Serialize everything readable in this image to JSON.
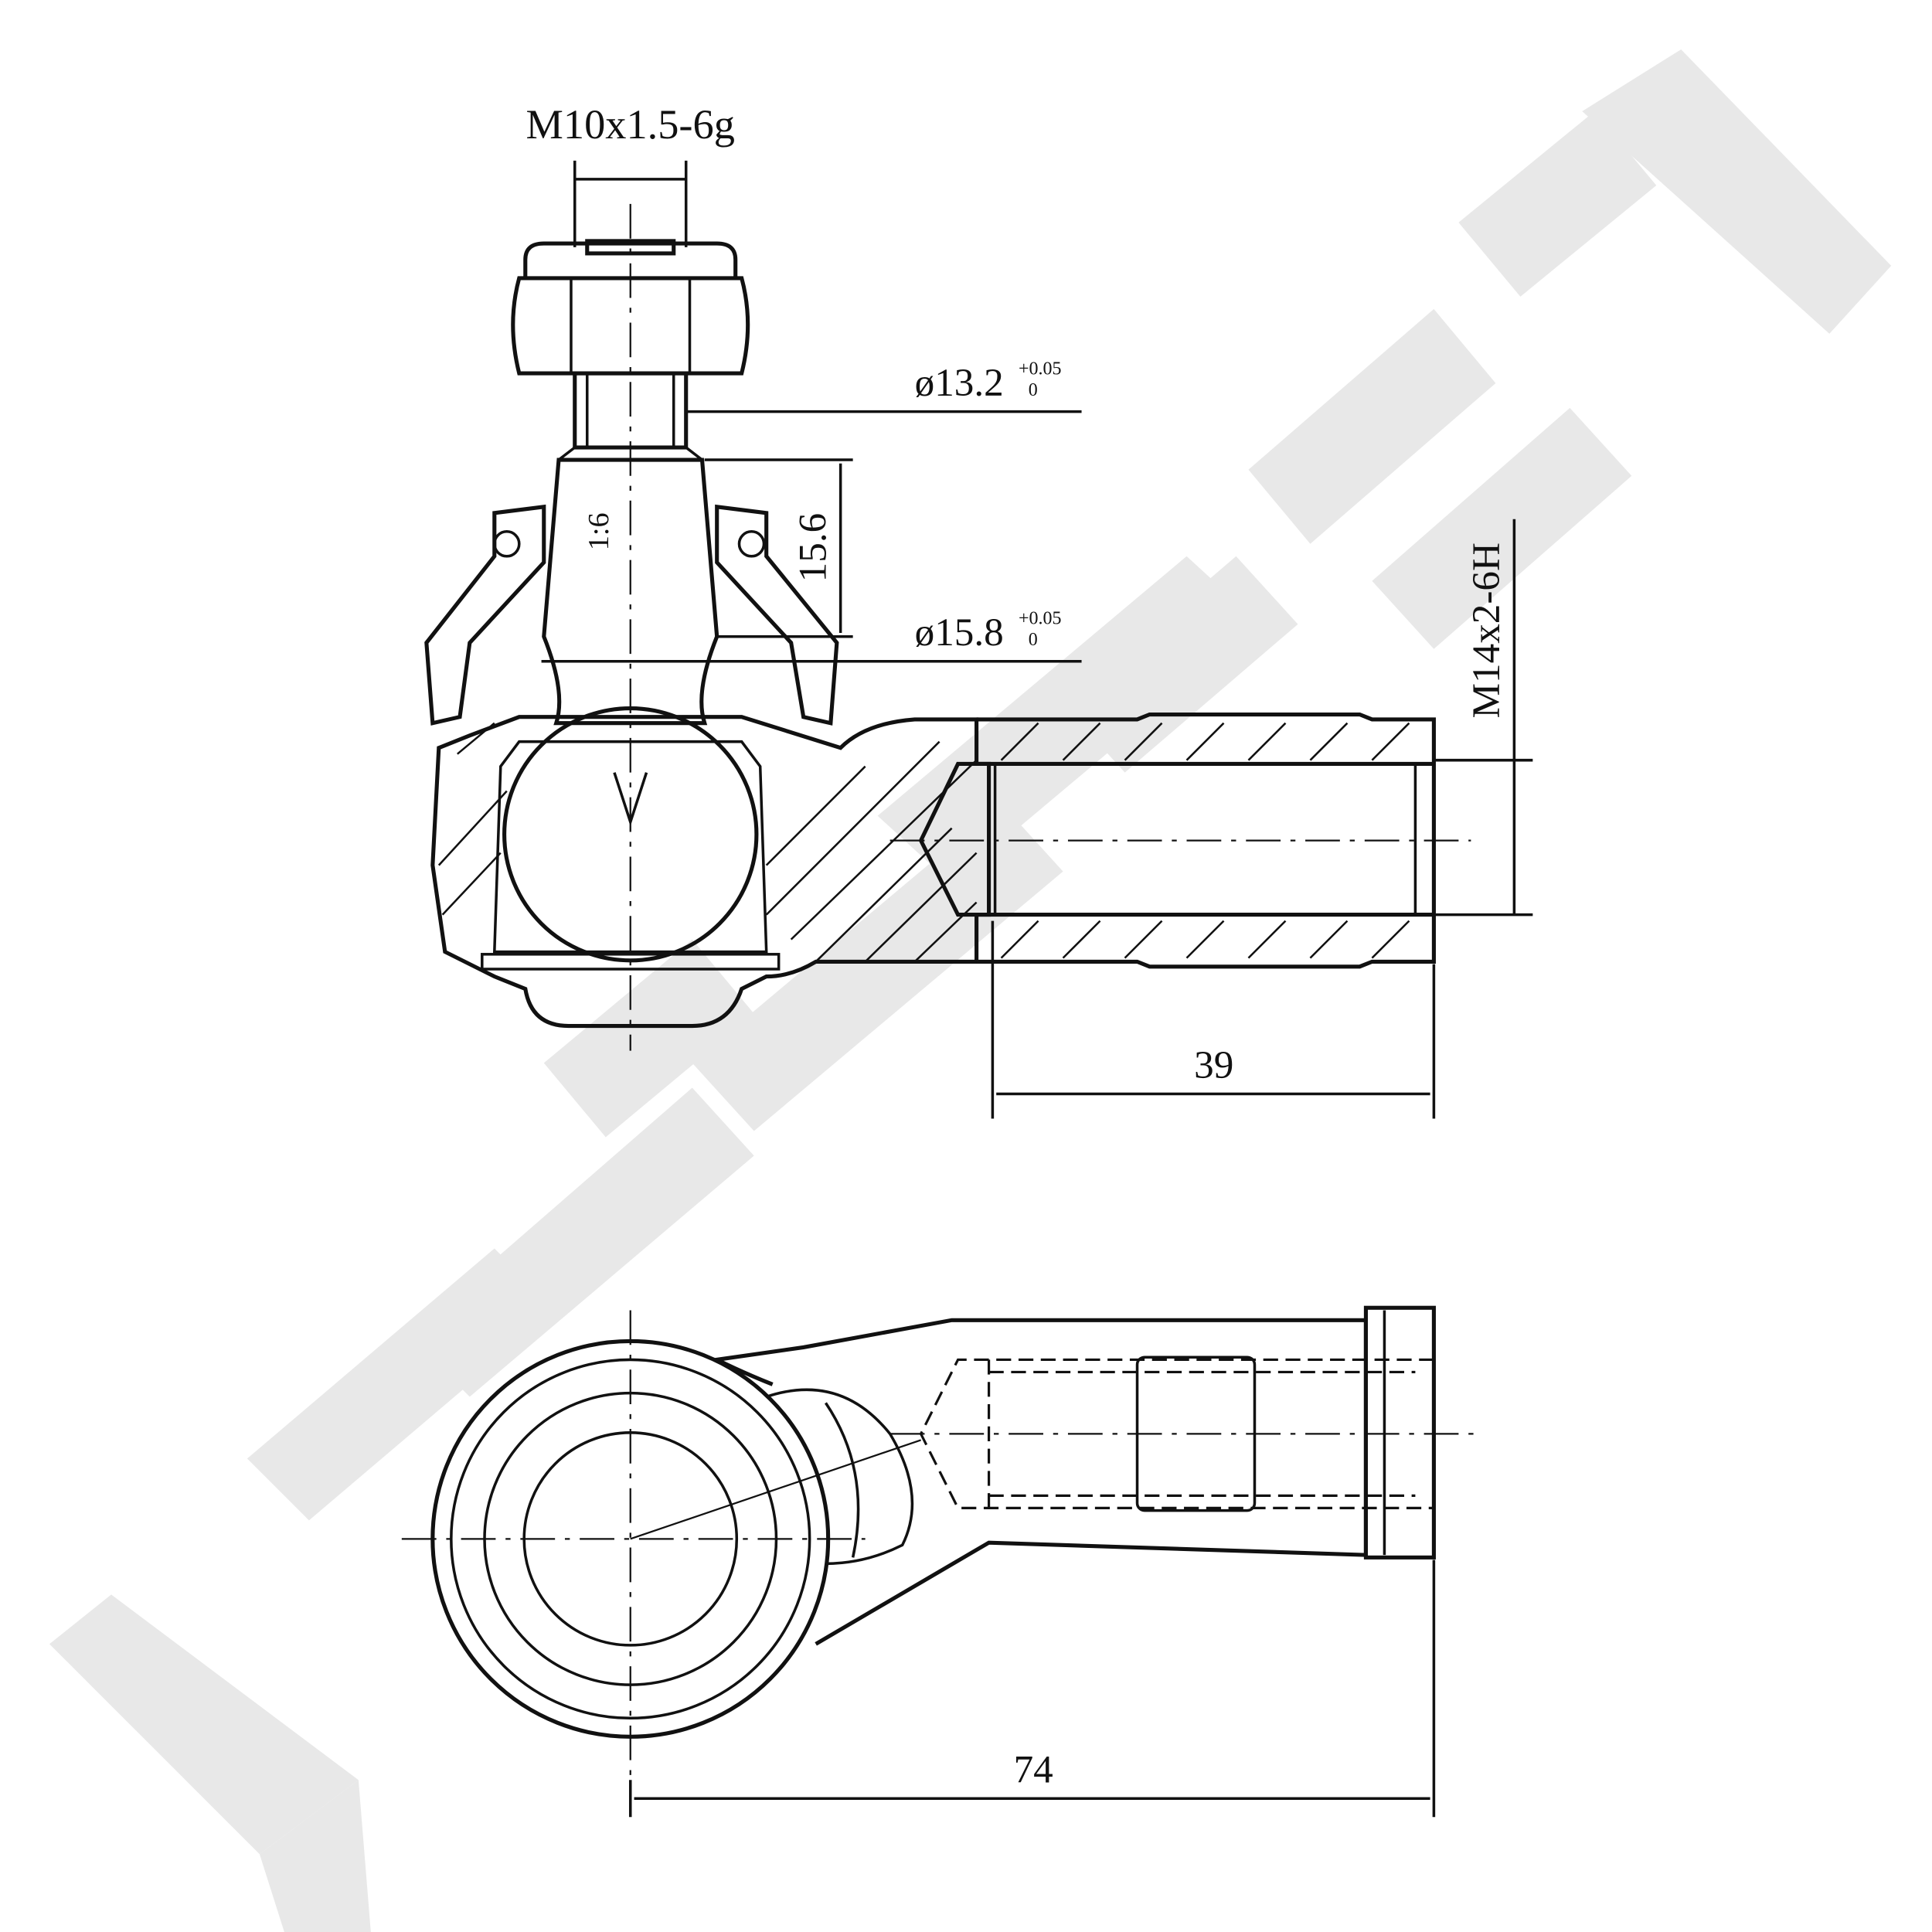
{
  "drawing": {
    "title": "Tie rod end technical drawing",
    "dimensions": {
      "stud_thread": "M10x1.5-6g",
      "taper_small_dia": "ø13.2",
      "taper_small_tol_upper": "+0.05",
      "taper_small_tol_lower": "0",
      "taper_length": "15.6",
      "taper_ratio": "1:6",
      "taper_large_dia": "ø15.8",
      "taper_large_tol_upper": "+0.05",
      "taper_large_tol_lower": "0",
      "internal_thread": "M14x2-6H",
      "thread_depth": "39",
      "overall_length": "74"
    },
    "watermark": "YENMAK",
    "colors": {
      "line": "#111111",
      "watermark": "#e8e8e8"
    }
  }
}
